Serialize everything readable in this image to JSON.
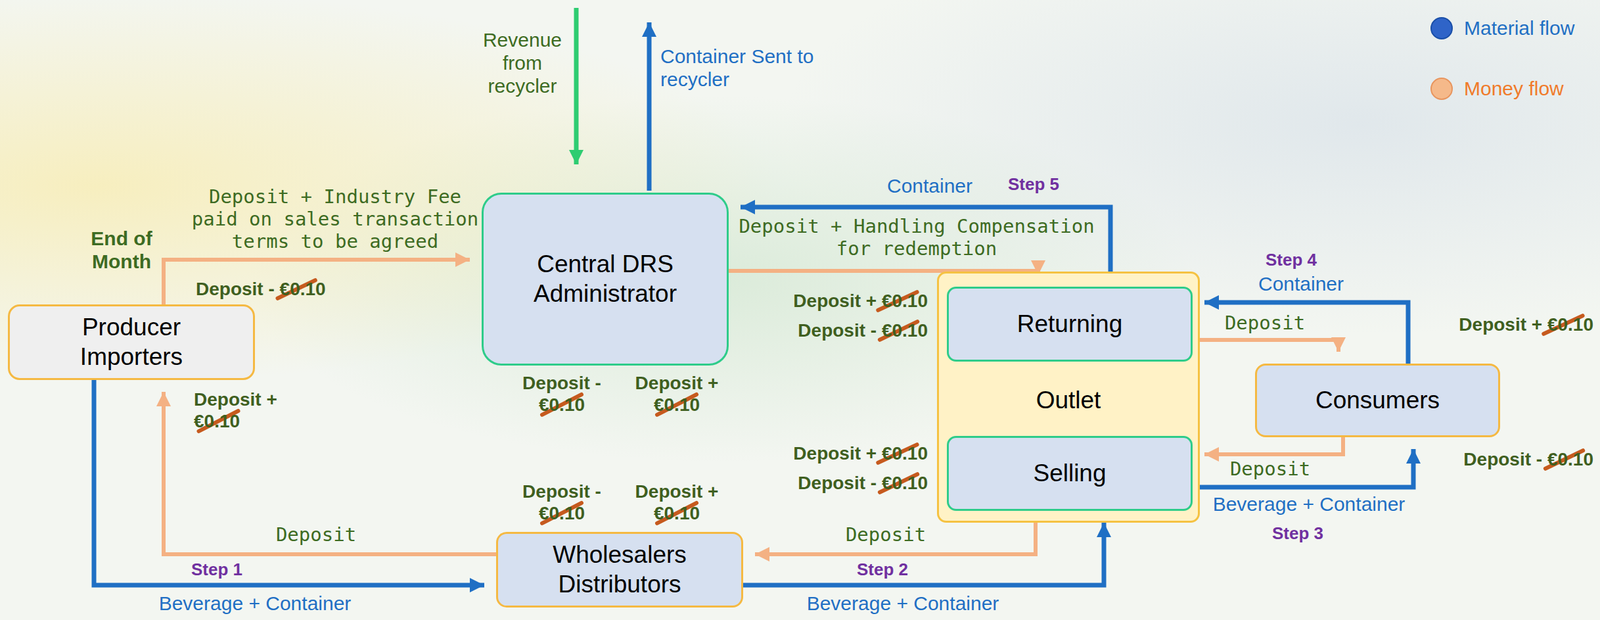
{
  "diagram": {
    "nodes": [
      {
        "text": [
          "Producer Importers"
        ]
      },
      {
        "text": [
          "Central DRS Administrator"
        ]
      },
      {
        "text": [
          "Outlet"
        ]
      },
      {
        "text": [
          "Returning"
        ],
        "in": 2
      },
      {
        "text": [
          "Selling"
        ],
        "in": 2
      },
      {
        "text": [
          "Consumers"
        ]
      },
      {
        "text": [
          "Wholesalers Distributors"
        ]
      }
    ],
    "edges": [
      {
        "from": 0,
        "to": 6,
        "label": "Beverage + Container",
        "arrow": "to"
      },
      {
        "from": 6,
        "to": 0,
        "label": "Deposit",
        "arrow": "to"
      },
      {
        "from": 0,
        "to": 1,
        "label": "Deposit + Industry Fee paid on sales transaction terms to be agreed",
        "arrow": "to"
      },
      {
        "from": 1,
        "to": 3,
        "label": "Deposit + Handling Compensation for redemption",
        "arrow": "to"
      },
      {
        "from": 3,
        "to": 1,
        "label": "Container",
        "arrow": "to"
      },
      {
        "from": 5,
        "to": 3,
        "label": "Container",
        "arrow": "to"
      },
      {
        "from": 3,
        "to": 5,
        "label": "Deposit",
        "arrow": "to"
      },
      {
        "from": 5,
        "to": 4,
        "label": "Deposit",
        "arrow": "to"
      },
      {
        "from": 4,
        "to": 5,
        "label": "Beverage + Container",
        "arrow": "to"
      },
      {
        "from": 4,
        "to": 6,
        "label": "Deposit",
        "arrow": "to"
      },
      {
        "from": 6,
        "to": 4,
        "label": "Beverage + Container",
        "arrow": "to"
      }
    ],
    "labels": [
      "Revenue from recycler",
      "Container Sent to recycler",
      "End of Month",
      "Deposit - €0.10",
      "Deposit + €0.10",
      "Deposit - €0.10",
      "Deposit + €0.10",
      "Deposit - €0.10",
      "Deposit + €0.10",
      "Deposit + €0.10",
      "Deposit - €0.10",
      "Deposit + €0.10",
      "Deposit - €0.10",
      "Deposit + €0.10",
      "Deposit - €0.10",
      "Step 1",
      "Step 2",
      "Step 3",
      "Step 4",
      "Step 5"
    ],
    "legend": [
      {
        "text": "Material flow",
        "color": "#2f64c8"
      },
      {
        "text": "Money flow",
        "color": "#f5b98a"
      }
    ]
  }
}
